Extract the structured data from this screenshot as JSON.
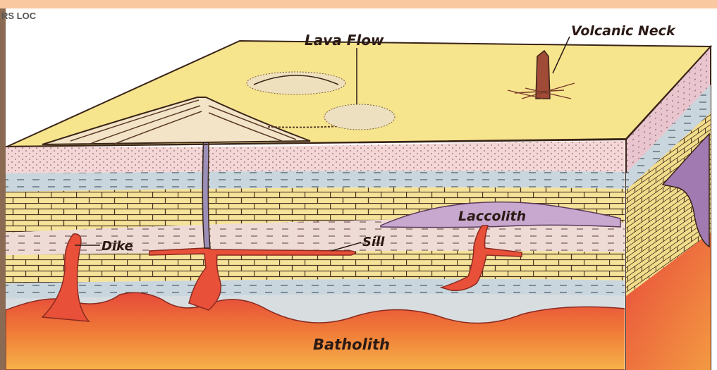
{
  "header_fragment": "RS LOC",
  "labels": {
    "lava_flow": "Lava Flow",
    "volcanic_neck": "Volcanic Neck",
    "laccolith": "Laccolith",
    "dike": "Dike",
    "sill": "Sill",
    "batholith": "Batholith"
  },
  "colors": {
    "top_banner": "#f9c7a0",
    "left_edge": "#8a6a52",
    "surface": "#f7e58e",
    "pink_strata": "#f4d6d6",
    "blue_strata": "#c9d6dd",
    "limestone": "#f5e39a",
    "magma": "#e8503a",
    "batholith": "#f08a3c",
    "vent": "#9b8fb8",
    "outline": "#3a2418"
  }
}
